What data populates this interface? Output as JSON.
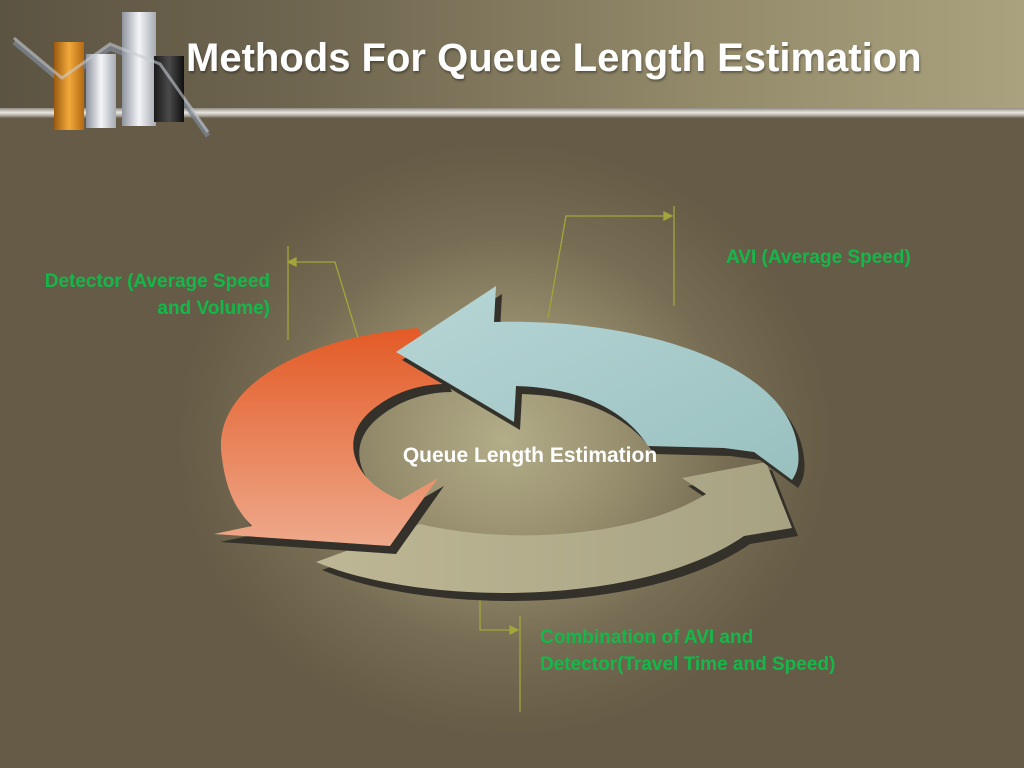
{
  "slide": {
    "title": "Methods For Queue Length Estimation"
  },
  "diagram": {
    "center_label": "Queue Length Estimation",
    "methods": [
      {
        "text": "Detector (Average Speed and Volume)",
        "color": "#e96d38"
      },
      {
        "text": "AVI (Average Speed)",
        "color": "#a9cbc9"
      },
      {
        "text": "Combination of AVI and Detector(Travel Time and Speed)",
        "color": "#aaa585"
      }
    ],
    "label_color": "#14b84a"
  }
}
